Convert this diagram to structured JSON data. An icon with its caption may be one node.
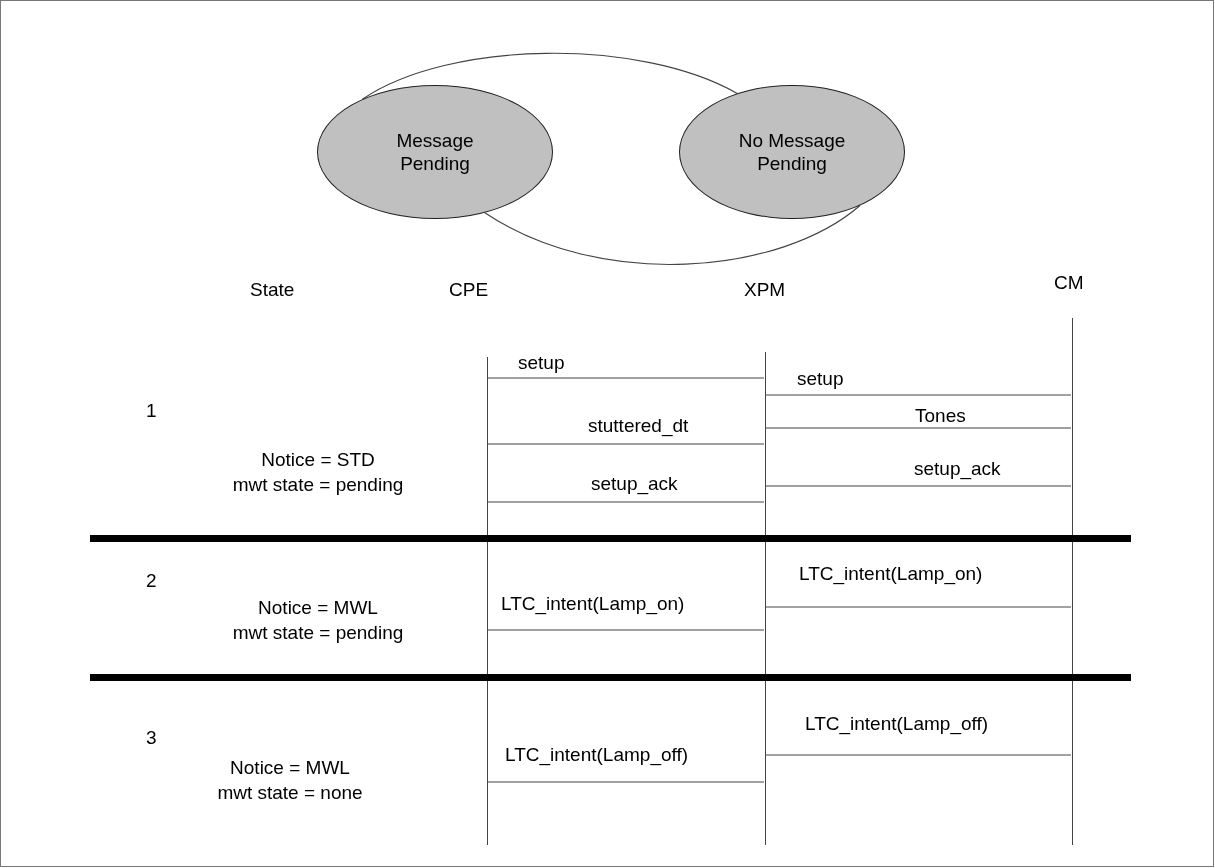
{
  "diagram": {
    "nodes": [
      {
        "text": [
          "Message Pending"
        ]
      },
      {
        "text": [
          "No Message Pending"
        ]
      },
      {
        "text": [],
        "shape": "bar"
      },
      {
        "text": [],
        "shape": "bar"
      },
      {
        "text": [],
        "shape": "bar"
      }
    ],
    "edges": [
      {
        "from": 0,
        "to": 1,
        "arrow": "none"
      },
      {
        "from": 0,
        "to": 1,
        "arrow": "none"
      },
      {
        "from": 2,
        "to": 3,
        "arrow": "none",
        "label": "setup"
      },
      {
        "from": 3,
        "to": 4,
        "arrow": "none",
        "label": "setup"
      },
      {
        "from": 3,
        "to": 4,
        "arrow": "none",
        "label": "Tones"
      },
      {
        "from": 2,
        "to": 3,
        "arrow": "none",
        "label": "stuttered_dt"
      },
      {
        "from": 3,
        "to": 4,
        "arrow": "none",
        "label": "setup_ack"
      },
      {
        "from": 2,
        "to": 3,
        "arrow": "none",
        "label": "setup_ack"
      },
      {
        "from": 3,
        "to": 4,
        "arrow": "none",
        "label": "LTC_intent(Lamp_on)"
      },
      {
        "from": 2,
        "to": 3,
        "arrow": "none",
        "label": "LTC_intent(Lamp_on)"
      },
      {
        "from": 3,
        "to": 4,
        "arrow": "none",
        "label": "LTC_intent(Lamp_off)"
      },
      {
        "from": 2,
        "to": 3,
        "arrow": "none",
        "label": "LTC_intent(Lamp_off)"
      }
    ],
    "labels": [
      "State",
      "CPE",
      "XPM",
      "CM",
      "1",
      "Notice = STD",
      "mwt state = pending",
      "2",
      "Notice = MWL",
      "mwt state = pending",
      "3",
      "Notice = MWL",
      "mwt state = none"
    ]
  }
}
